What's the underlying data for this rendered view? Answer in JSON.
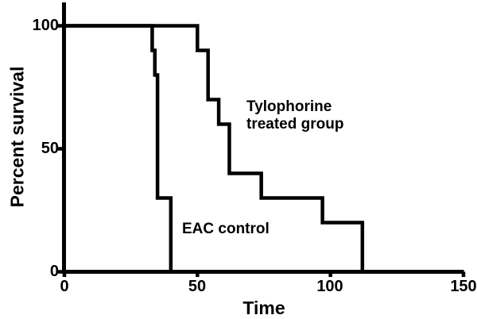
{
  "figure": {
    "background": "#ffffff",
    "line_color": "#000000",
    "text_color": "#000000"
  },
  "chart_data": {
    "type": "line",
    "subtype": "kaplan-meier-step-survival",
    "title": "",
    "xlabel": "Time",
    "ylabel": "Percent survival",
    "xlim": [
      0,
      150
    ],
    "ylim": [
      0,
      100
    ],
    "xticks": [
      0,
      50,
      100,
      150
    ],
    "yticks": [
      0,
      50,
      100
    ],
    "grid": false,
    "legend_position": "none-inline-annotations",
    "line_style": "step-post",
    "series": [
      {
        "name": "EAC control",
        "step_points": [
          [
            0,
            100
          ],
          [
            33,
            90
          ],
          [
            34,
            80
          ],
          [
            35,
            30
          ],
          [
            40,
            0
          ]
        ]
      },
      {
        "name": "Tylophorine treated group",
        "step_points": [
          [
            0,
            100
          ],
          [
            50,
            90
          ],
          [
            54,
            70
          ],
          [
            58,
            60
          ],
          [
            62,
            40
          ],
          [
            74,
            30
          ],
          [
            97,
            20
          ],
          [
            112,
            0
          ]
        ]
      }
    ],
    "annotations": [
      {
        "text": "Tylophorine\ntreated group",
        "series": "Tylophorine treated group"
      },
      {
        "text": "EAC control",
        "series": "EAC control"
      }
    ]
  }
}
